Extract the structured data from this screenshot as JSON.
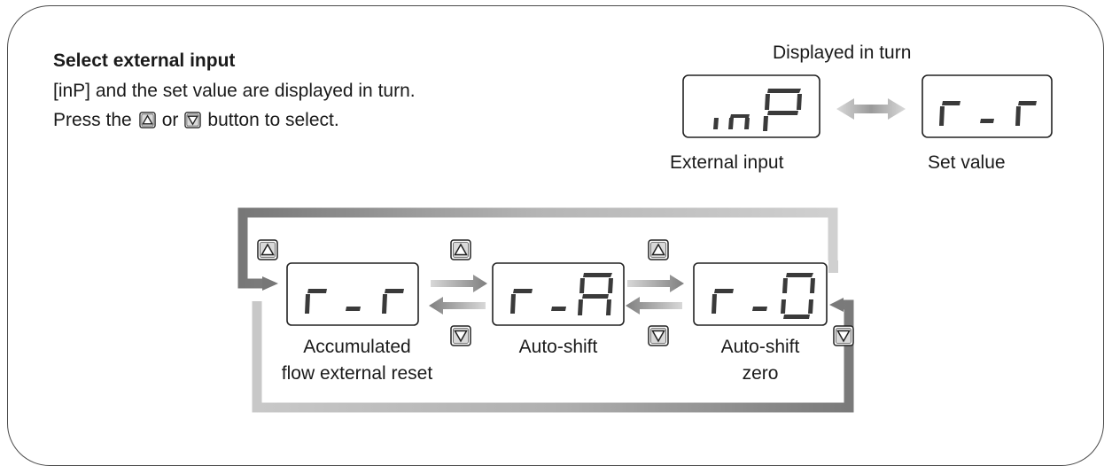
{
  "instruction": {
    "title": "Select external input",
    "line1": "[inP] and the set value are displayed in turn.",
    "line2_before": "Press the",
    "line2_or": "or",
    "line2_after": "button to select.",
    "up_button_icon": "up-triangle-button-icon",
    "down_button_icon": "down-triangle-button-icon"
  },
  "display_toggle": {
    "header": "Displayed in turn",
    "left_display": {
      "text": "inP",
      "label": "External input"
    },
    "right_display": {
      "text": "r_r",
      "label": "Set value"
    },
    "arrow_icon": "double-arrow-icon"
  },
  "cycle": {
    "items": [
      {
        "text": "r_r",
        "label_line1": "Accumulated",
        "label_line2": "flow external reset"
      },
      {
        "text": "r_A",
        "label_line1": "Auto-shift",
        "label_line2": ""
      },
      {
        "text": "r_0",
        "label_line1": "Auto-shift",
        "label_line2": "zero"
      }
    ],
    "up_icon": "up-button-icon",
    "down_icon": "down-button-icon"
  },
  "colors": {
    "frame": "#4a4a4a",
    "arrow_gray": "#8a8a8a",
    "arrow_light": "#c8c8c8",
    "lcd_segment": "#333333"
  }
}
